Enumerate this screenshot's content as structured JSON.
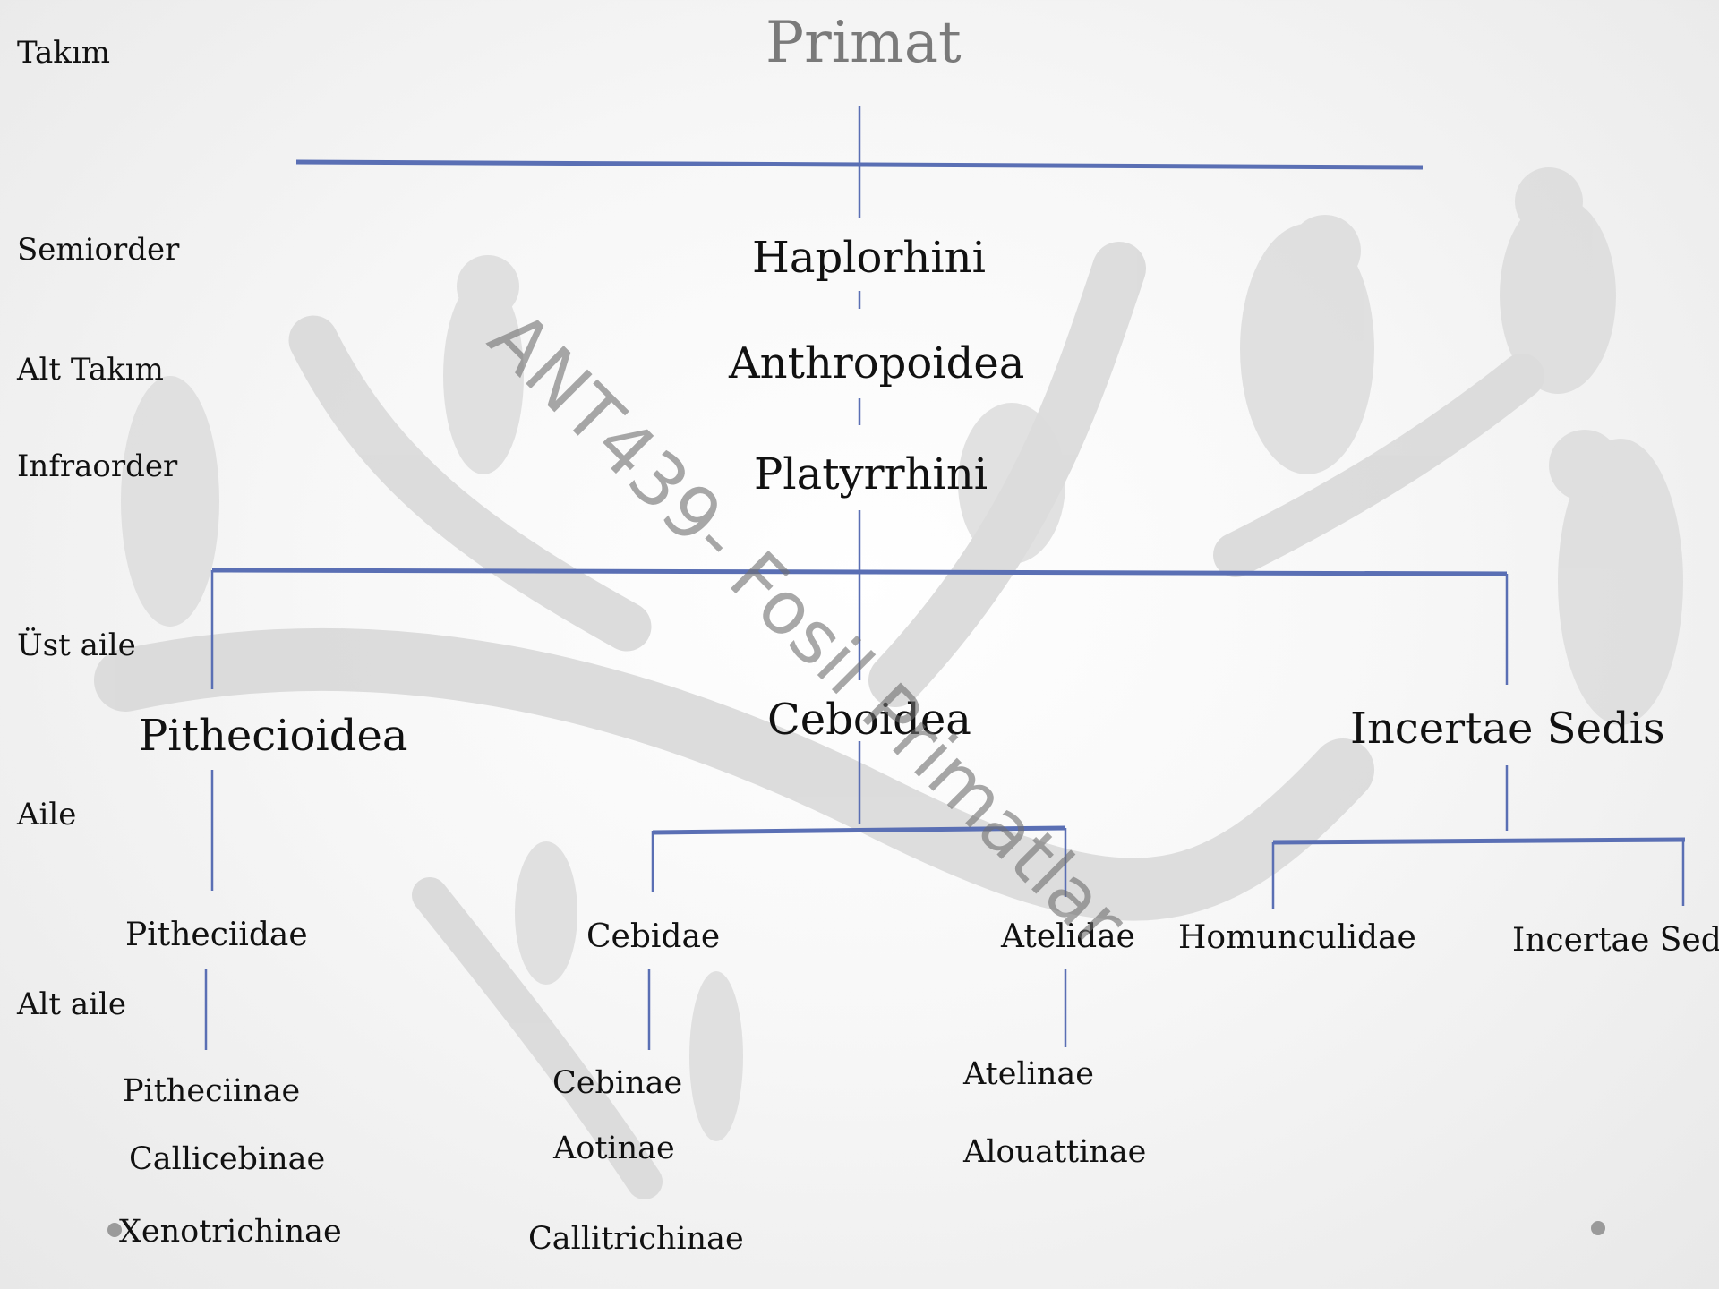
{
  "ranks": {
    "takim": "Takım",
    "semiorder": "Semiorder",
    "alt_takim": "Alt Takım",
    "infraorder": "Infraorder",
    "ust_aile": "Üst aile",
    "aile": "Aile",
    "alt_aile": "Alt aile"
  },
  "tree": {
    "order": "Primat",
    "semiorder": "Haplorhini",
    "suborder": "Anthropoidea",
    "infraorder": "Platyrrhini",
    "superfamilies": {
      "pithecioidea": "Pithecioidea",
      "ceboidea": "Ceboidea",
      "incertae_sedis": "Incertae Sedis"
    },
    "families": {
      "pitheciidae": "Pitheciidae",
      "cebidae": "Cebidae",
      "atelidae": "Atelidae",
      "homunculidae": "Homunculidae",
      "incertae_sedis": "Incertae Sedis"
    },
    "subfamilies": {
      "pitheciinae": "Pitheciinae",
      "callicebinae": "Callicebinae",
      "xenotrichinae": "Xenotrichinae",
      "cebinae": "Cebinae",
      "aotinae": "Aotinae",
      "callitrichinae": "Callitrichinae",
      "atelinae": "Atelinae",
      "alouattinae": "Alouattinae"
    }
  },
  "watermark": "ANT439- Fosil Primatlar",
  "colors": {
    "connector": "#5a6fb4",
    "title": "#7a7a7a"
  }
}
